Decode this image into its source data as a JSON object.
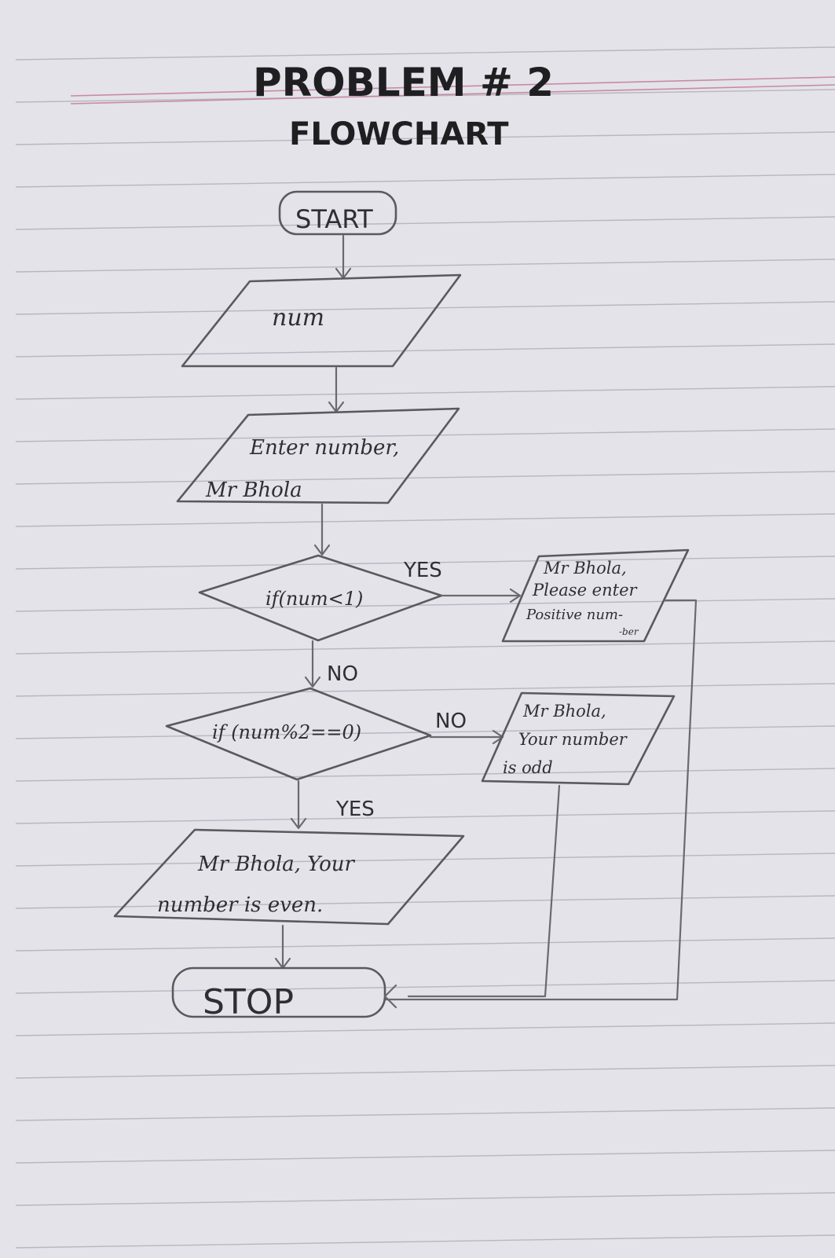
{
  "header": {
    "title": "PROBLEM # 2",
    "subtitle": "FLOWCHART"
  },
  "flowchart": {
    "start": "START",
    "input_var": "num",
    "prompt_line1": "Enter number,",
    "prompt_line2": "Mr Bhola",
    "decision1": "if(num<1)",
    "decision1_yes": "YES",
    "decision1_no": "NO",
    "positive_msg_line1": "Mr Bhola,",
    "positive_msg_line2": "Please enter",
    "positive_msg_line3": "Positive num-",
    "positive_msg_line4": "-ber",
    "decision2": "if (num%2==0)",
    "decision2_no": "NO",
    "decision2_yes": "YES",
    "odd_msg_line1": "Mr Bhola,",
    "odd_msg_line2": "Your number",
    "odd_msg_line3": "is odd",
    "even_msg_line1": "Mr Bhola, Your",
    "even_msg_line2": "number is even.",
    "stop": "STOP"
  }
}
